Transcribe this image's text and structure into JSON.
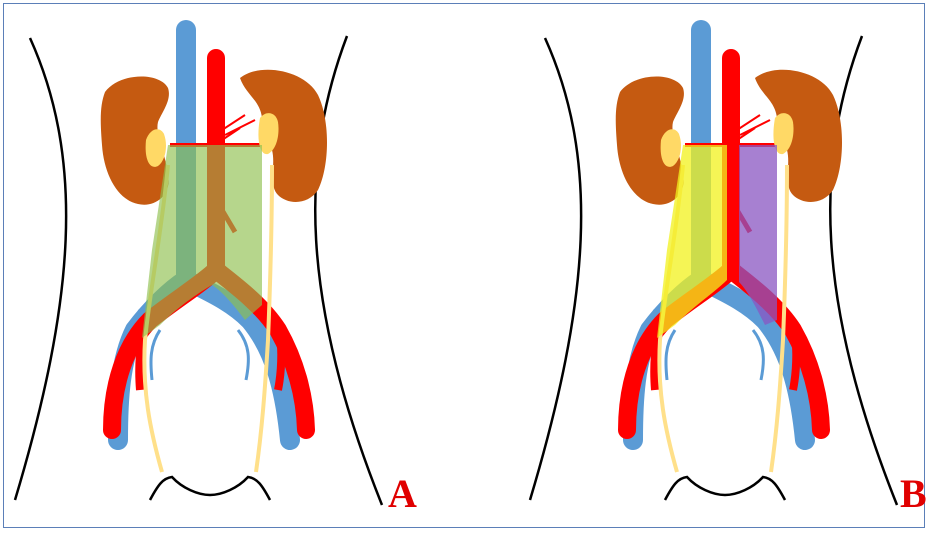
{
  "figure": {
    "panels": [
      {
        "label": "A",
        "shading": "single-region",
        "region_colors": [
          "#8fc04f"
        ]
      },
      {
        "label": "B",
        "shading": "split-left-right",
        "region_colors": [
          "#f2f21c",
          "#8a56c2"
        ]
      }
    ],
    "colors": {
      "vein": "#5b9bd5",
      "artery": "#ff0000",
      "kidney": "#c55a11",
      "adrenal": "#ffd966",
      "ureter": "#ffe08a",
      "outline": "#000000",
      "label": "#e00000",
      "frame_border": "#5b7fb8"
    }
  }
}
